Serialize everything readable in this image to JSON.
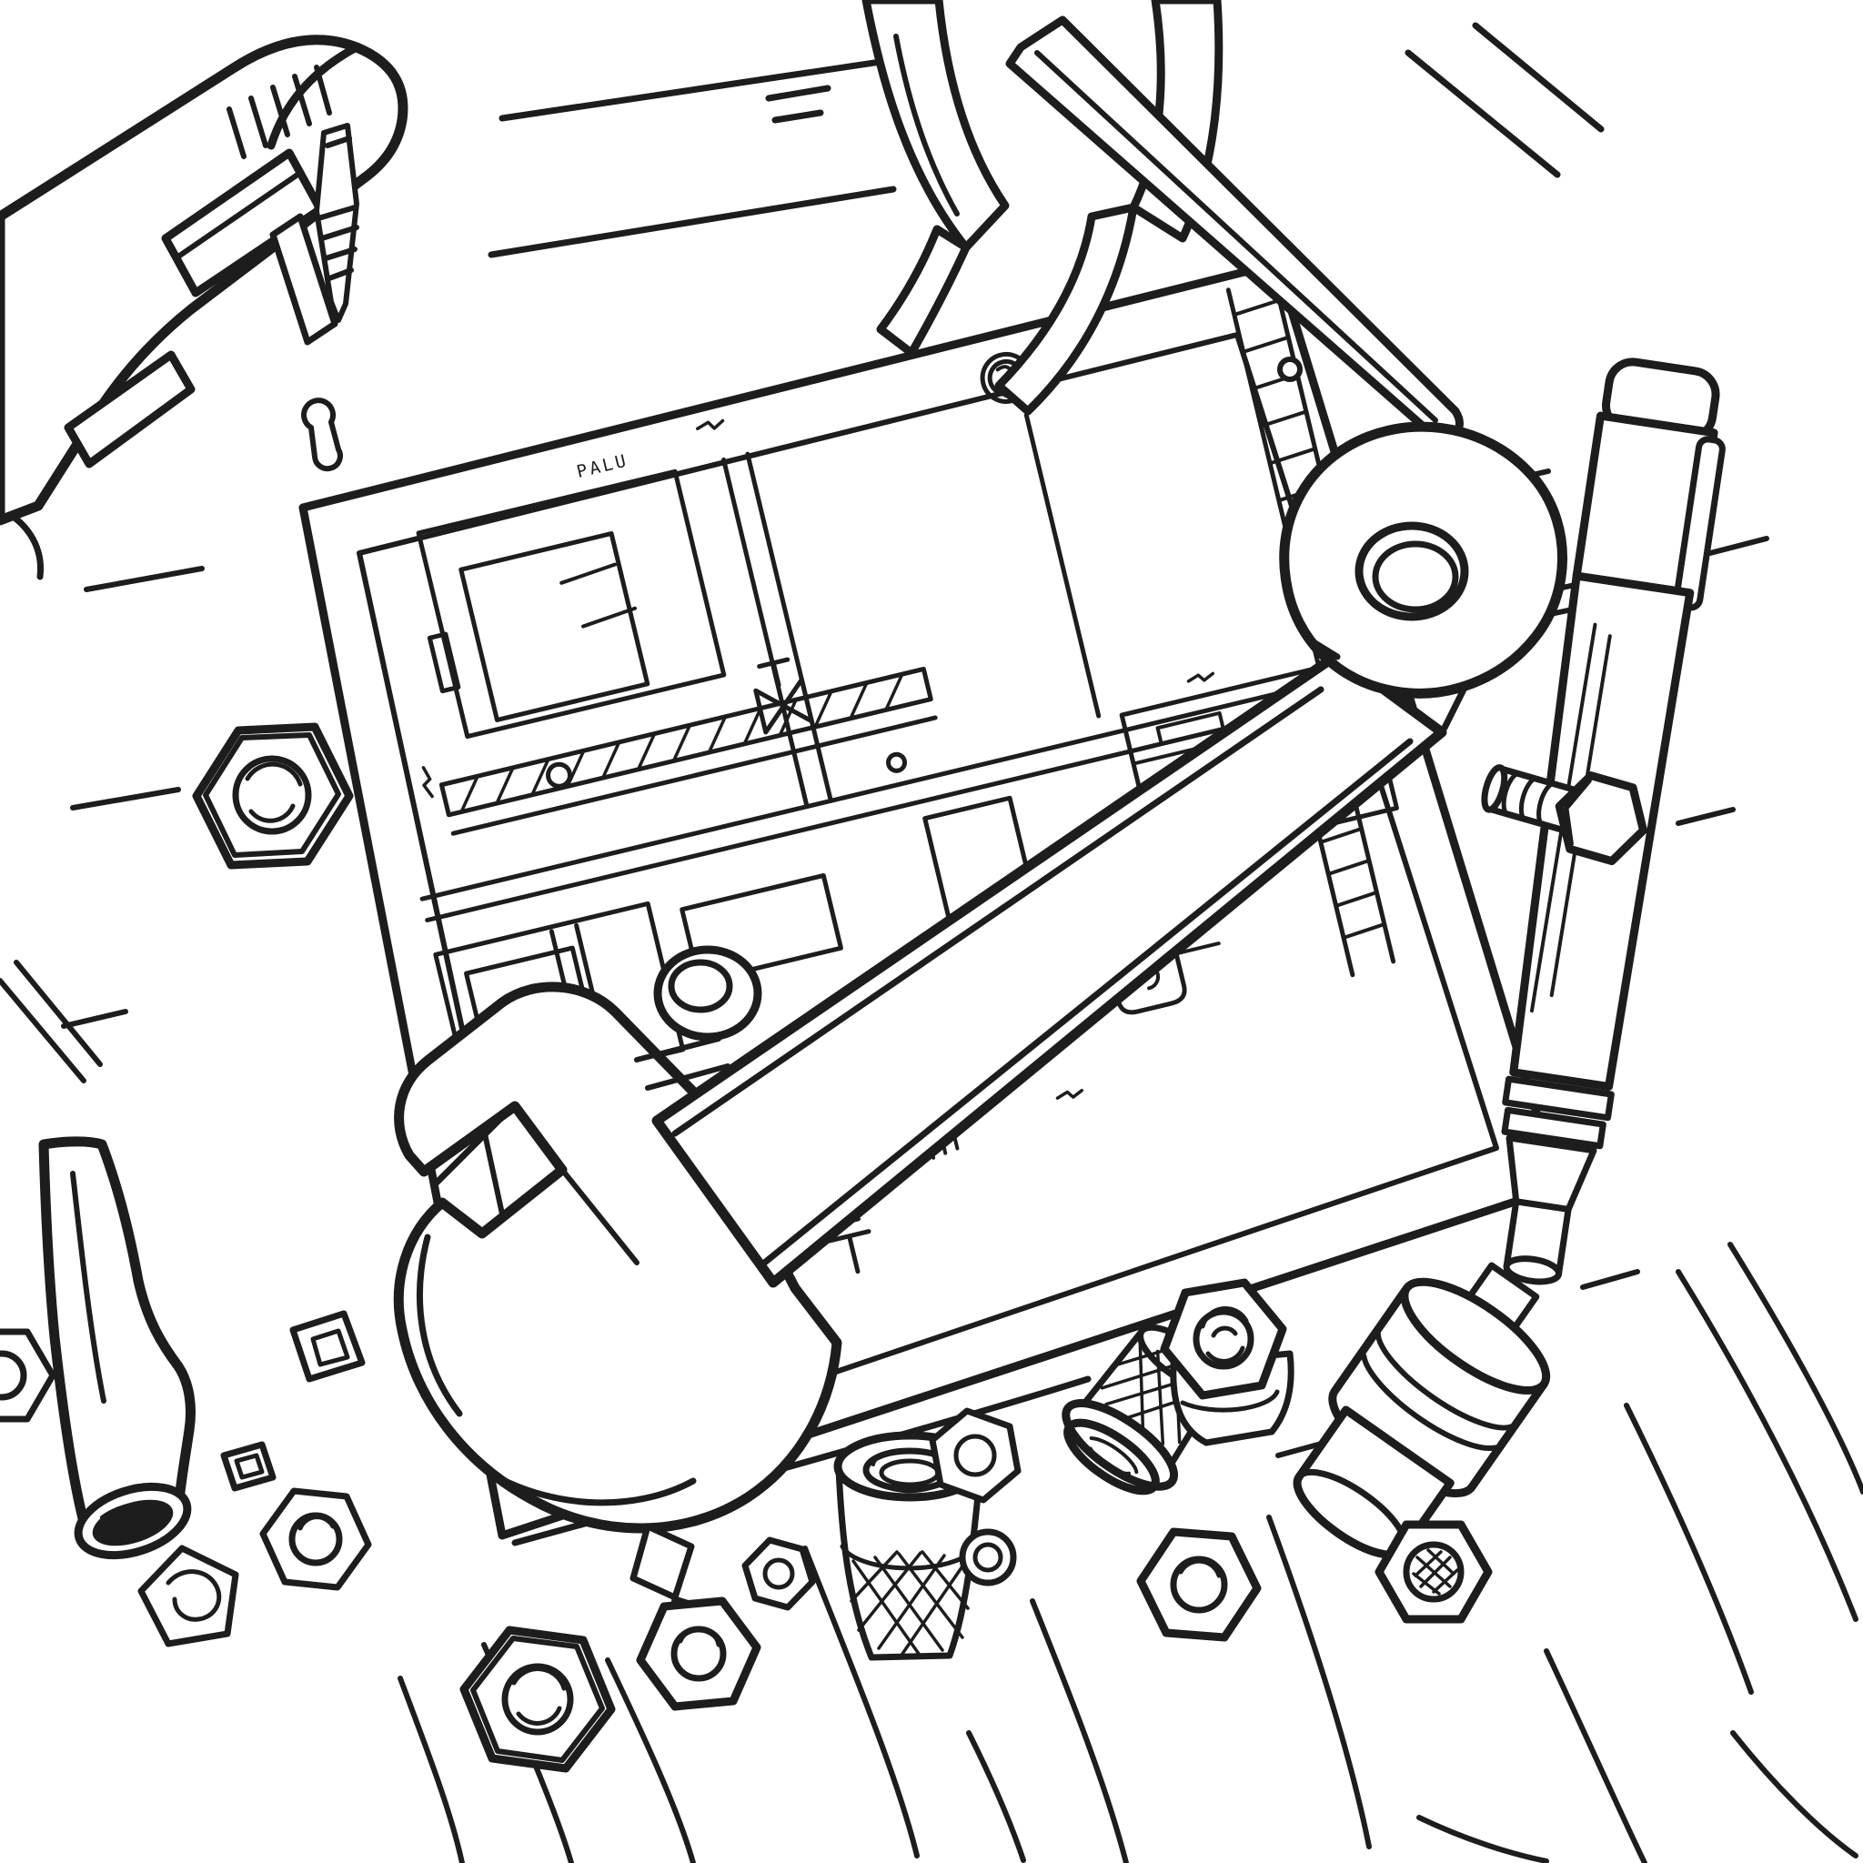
{
  "palette": {
    "ink": "#1d1d1d",
    "paper": "#ffffff"
  },
  "blueprint": {
    "label": "PALU"
  },
  "objects": [
    {
      "name": "blueprint-sheet",
      "kind": "technical schematic drawing"
    },
    {
      "name": "adjustable-wrench",
      "kind": "tool"
    },
    {
      "name": "caulking-gun",
      "kind": "tool"
    },
    {
      "name": "drill-bit",
      "kind": "tool"
    },
    {
      "name": "pliers",
      "kind": "tool"
    },
    {
      "name": "awl-screwdriver",
      "kind": "tool"
    },
    {
      "name": "marker-pen",
      "kind": "tool"
    },
    {
      "name": "washer-grommet",
      "kind": "fastener"
    },
    {
      "name": "threaded-bolt",
      "kind": "fastener"
    },
    {
      "name": "hex-nut-left",
      "kind": "fastener"
    },
    {
      "name": "hex-nuts-bottom",
      "kind": "fasteners"
    },
    {
      "name": "knurled-insert",
      "kind": "fastener"
    },
    {
      "name": "knurled-thimble",
      "kind": "fastener"
    },
    {
      "name": "flanged-nut",
      "kind": "fastener"
    },
    {
      "name": "socket-adapter",
      "kind": "fastener"
    },
    {
      "name": "pentagon-nut",
      "kind": "fastener"
    },
    {
      "name": "square-washers",
      "kind": "fasteners"
    },
    {
      "name": "tool-handle",
      "kind": "tool"
    },
    {
      "name": "wood-grain",
      "kind": "background texture"
    }
  ]
}
